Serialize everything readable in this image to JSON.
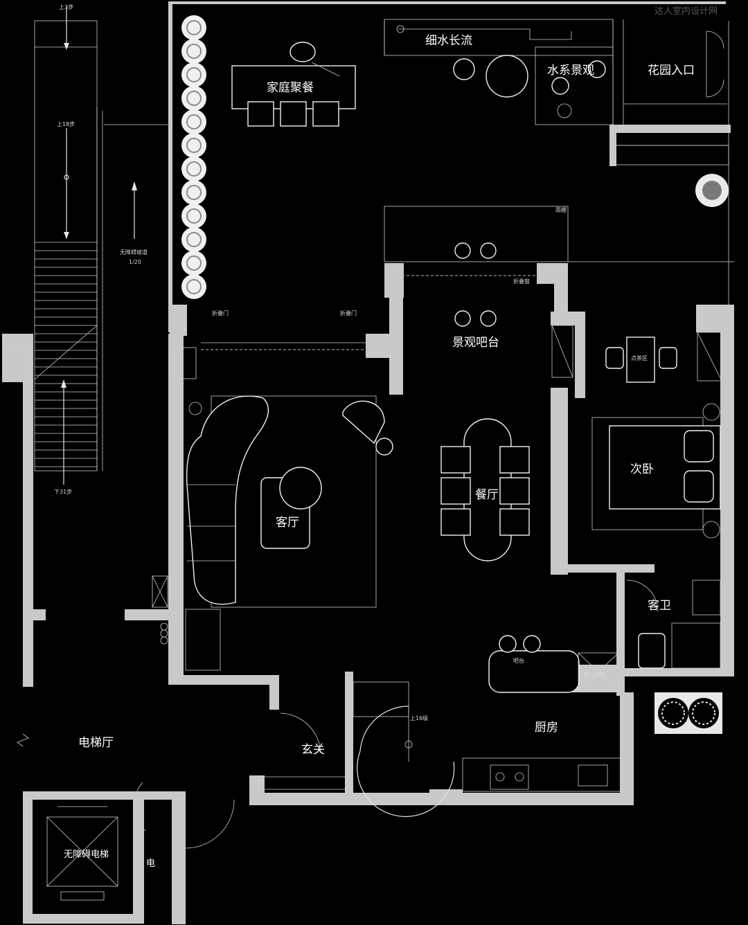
{
  "watermark": "达人室内设计网",
  "rooms": {
    "family_dining": "家庭聚餐",
    "stream": "细水长流",
    "water_landscape": "水系景观",
    "garden_entrance": "花园入口",
    "bar_counter": "景观吧台",
    "tea_area": "点茶区",
    "living_room": "客厅",
    "dining_room": "餐厅",
    "second_bedroom": "次卧",
    "guest_bath": "客卫",
    "kitchen": "厨房",
    "foyer": "玄关",
    "elevator_hall": "电梯厅",
    "elevator": "无障碍电梯",
    "electric_room": "电"
  },
  "small_labels": {
    "up_3": "上3步",
    "up_18": "上18步",
    "down_31": "下31步",
    "ramp": "无障碍坡道",
    "ramp_ratio": "1/20",
    "folding_door_left": "折叠门",
    "folding_door_right": "折叠门",
    "canopy": "雨棚",
    "folding_window": "折叠窗",
    "bar_table": "吧台",
    "embedded_fridge": "嵌入冰箱",
    "stair_up": "上16级"
  },
  "icons": {
    "trees": "tree-icon",
    "ac_units": "fan-icon",
    "elevator": "elevator-icon"
  }
}
